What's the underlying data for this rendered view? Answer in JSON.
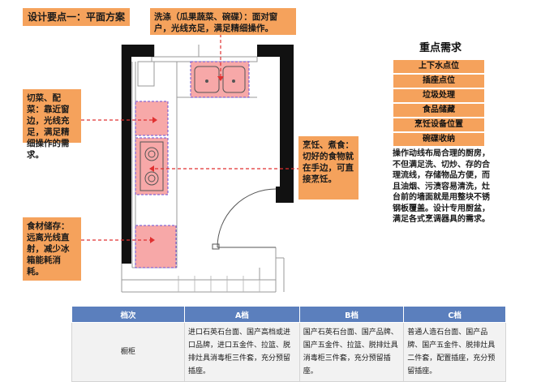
{
  "title": "设计要点一：平面方案",
  "callouts": {
    "wash": "洗涤（瓜果蔬菜、碗碟）：面对窗户，光线充足，满足精细操作。",
    "cut": "切菜、配菜：靠近窗边，光线充足，满足精细操作的需求。",
    "cook": "烹饪、煮食：切好的食物就在手边，可直接烹饪。",
    "store": "食材储存：远离光线直射，减少冰箱能耗消耗。"
  },
  "requirements": {
    "title": "重点需求",
    "items": [
      "上下水点位",
      "插座点位",
      "垃圾处理",
      "食品储藏",
      "烹饪设备位置",
      "碗碟收纳"
    ],
    "description": "操作动线布局合理的厨房，不但满足洗、切炒、存的合理流线，存储物品方便，而且油烟、污渍容易清洗，灶台前的墙面就是用整块不锈钢板覆盖。设计专用厨盆，满足各式烹调器具的需求。"
  },
  "grade_table": {
    "headers": [
      "档次",
      "A档",
      "B档",
      "C档"
    ],
    "rows": [
      {
        "category": "橱柜",
        "a": "进口石英石台面、国产高档或进口品牌，进口五金件、拉篮、脱排灶具消毒柜三件套，充分预留插座。",
        "b": "国产石英石台面、国产品牌、国产五金件、拉篮、脱排灶具消毒柜三件套，充分预留插座。",
        "c": "普通人造石台面、国产品牌、国产五金件、脱排灶具二件套，配置插座，充分预留插座。"
      }
    ]
  },
  "colors": {
    "accent": "#f5a25c",
    "header_blue": "#5b7fbd",
    "zone_fill": "#f7a8a8",
    "dash_red": "#e03030",
    "zone_outline": "#6a4fd6"
  }
}
